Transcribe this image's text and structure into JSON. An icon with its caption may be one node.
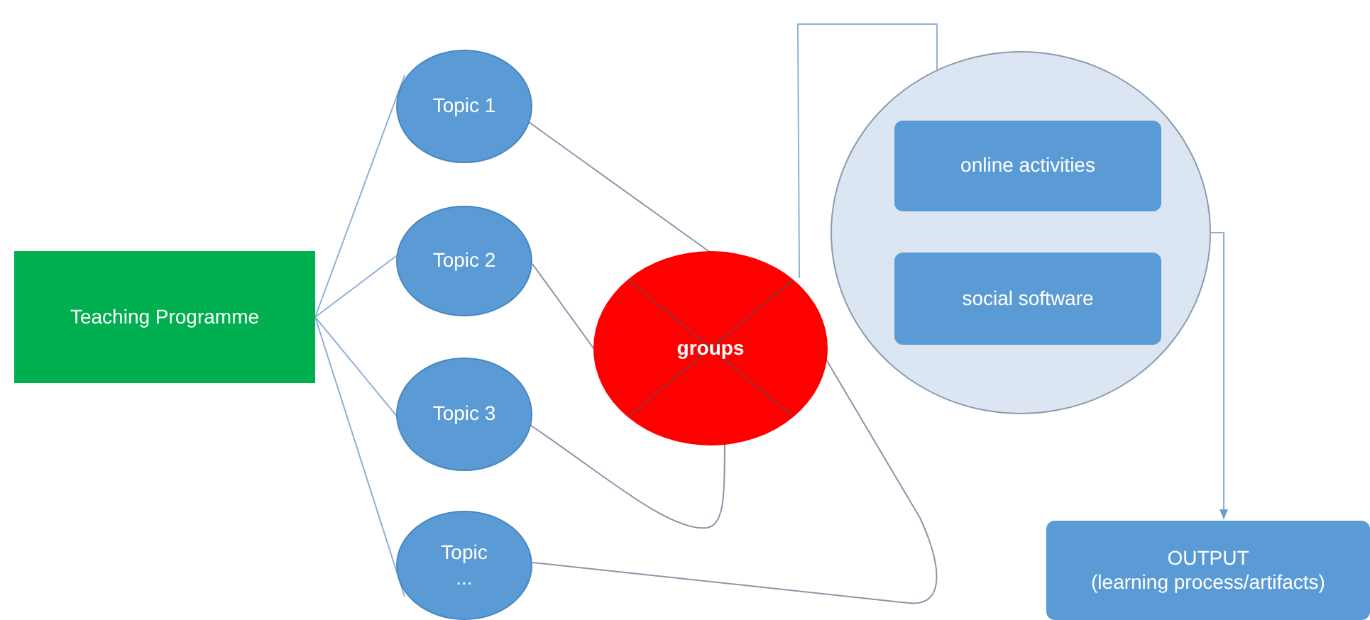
{
  "diagram": {
    "nodes": [
      {
        "text": [
          "Teaching Programme"
        ]
      },
      {
        "text": [
          "Topic 1"
        ]
      },
      {
        "text": [
          "Topic 2"
        ]
      },
      {
        "text": [
          "Topic 3"
        ]
      },
      {
        "text": [
          "Topic ..."
        ]
      },
      {
        "text": [
          "groups"
        ]
      },
      {
        "text": [],
        "shape": "circle"
      },
      {
        "text": [
          "online activities"
        ],
        "in": 6
      },
      {
        "text": [
          "social software"
        ],
        "in": 6
      },
      {
        "text": [
          "OUTPUT",
          "(learning process/artifacts)"
        ]
      }
    ],
    "edges": [
      {
        "from": 0,
        "to": 1,
        "arrow": "none"
      },
      {
        "from": 0,
        "to": 2,
        "arrow": "none"
      },
      {
        "from": 0,
        "to": 3,
        "arrow": "none"
      },
      {
        "from": 0,
        "to": 4,
        "arrow": "none"
      },
      {
        "from": 1,
        "to": 5,
        "arrow": "none"
      },
      {
        "from": 2,
        "to": 5,
        "arrow": "none"
      },
      {
        "from": 3,
        "to": 5,
        "arrow": "none"
      },
      {
        "from": 4,
        "to": 5,
        "arrow": "none"
      },
      {
        "from": 5,
        "to": 6,
        "arrow": "none"
      },
      {
        "from": 6,
        "to": 9,
        "arrow": "to"
      }
    ]
  }
}
